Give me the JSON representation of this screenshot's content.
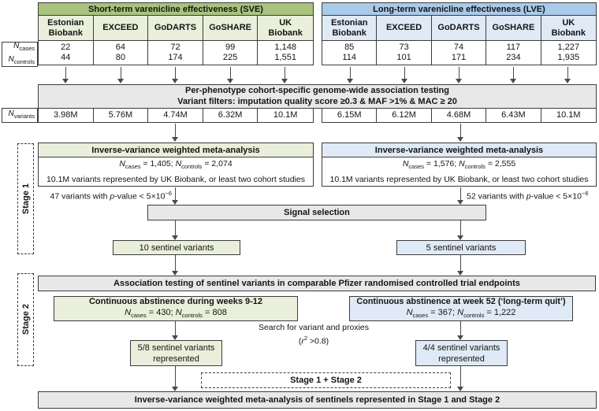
{
  "palette": {
    "green_dark": "#a8c37e",
    "green_light": "#e9efda",
    "blue_dark": "#aacaea",
    "blue_light": "#dfeaf6",
    "gray_box": "#e8e8ea",
    "border": "#3c3c3c",
    "arrow": "#4a4a4a"
  },
  "labels": {
    "n": "N",
    "cases": "cases",
    "controls": "controls",
    "variants": "variants"
  },
  "stage1": {
    "label": "Stage 1"
  },
  "stage2": {
    "label": "Stage 2"
  },
  "sve": {
    "title": "Short-term varenicline effectiveness (SVE)",
    "cohorts": [
      {
        "name": "Estonian\nBiobank",
        "cases": "22",
        "controls": "44"
      },
      {
        "name": "EXCEED",
        "cases": "64",
        "controls": "80"
      },
      {
        "name": "GoDARTS",
        "cases": "72",
        "controls": "174"
      },
      {
        "name": "GoSHARE",
        "cases": "99",
        "controls": "225"
      },
      {
        "name": "UK\nBiobank",
        "cases": "1,148",
        "controls": "1,551"
      }
    ],
    "variants": [
      "3.98M",
      "5.76M",
      "4.74M",
      "6.32M",
      "10.1M"
    ]
  },
  "lve": {
    "title": "Long-term varenicline effectiveness (LVE)",
    "cohorts": [
      {
        "name": "Estonian\nBiobank",
        "cases": "85",
        "controls": "114"
      },
      {
        "name": "EXCEED",
        "cases": "73",
        "controls": "101"
      },
      {
        "name": "GoDARTS",
        "cases": "74",
        "controls": "171"
      },
      {
        "name": "GoSHARE",
        "cases": "117",
        "controls": "234"
      },
      {
        "name": "UK\nBiobank",
        "cases": "1,227",
        "controls": "1,935"
      }
    ],
    "variants": [
      "6.15M",
      "6.12M",
      "4.68M",
      "6.43M",
      "10.1M"
    ]
  },
  "gwas": {
    "line1": "Per-phenotype cohort-specific genome-wide association testing",
    "line2": "Variant filters: imputation quality score ≥0.3 & MAF >1% & MAC ≥ 20"
  },
  "meta_sve": {
    "title": "Inverse-variance weighted meta-analysis",
    "cases_val": " = 1,405; ",
    "controls_val": " = 2,074",
    "line2": "10.1M variants represented by UK Biobank, or least two cohort studies",
    "sig_pre": "47 variants with ",
    "sig_p": "p",
    "sig_post": "-value < 5×10",
    "sig_exp": "−6"
  },
  "meta_lve": {
    "title": "Inverse-variance weighted meta-analysis",
    "cases_val": " = 1,576; ",
    "controls_val": " = 2,555",
    "line2": "10.1M variants represented by UK Biobank, or least two cohort studies",
    "sig_pre": "52 variants with ",
    "sig_p": "p",
    "sig_post": "-value < 5×10",
    "sig_exp": "−6"
  },
  "signal_selection": "Signal selection",
  "sentinel_sve": "10 sentinel variants",
  "sentinel_lve": "5 sentinel variants",
  "stage2_box": "Association testing of sentinel variants in comparable Pfizer randomised controlled trial endpoints",
  "endpoint_sve": {
    "title": "Continuous abstinence during weeks 9-12",
    "cases_val": " = 430; ",
    "controls_val": " = 808"
  },
  "endpoint_lve": {
    "title": "Continuous abstinence at week 52 (‘long-term quit’)",
    "cases_val": " = 367; ",
    "controls_val": " = 1,222"
  },
  "search": {
    "line1": "Search for variant and proxies",
    "open": "(",
    "r": "r",
    "sq": "2",
    "rest": " >0.8)"
  },
  "represented_sve": {
    "line1": "5/8 sentinel variants",
    "line2": "represented"
  },
  "represented_lve": {
    "line1": "4/4 sentinel variants",
    "line2": "represented"
  },
  "stage12": "Stage 1 + Stage 2",
  "final_box": "Inverse-variance weighted meta-analysis of sentinels represented in Stage 1 and Stage 2"
}
